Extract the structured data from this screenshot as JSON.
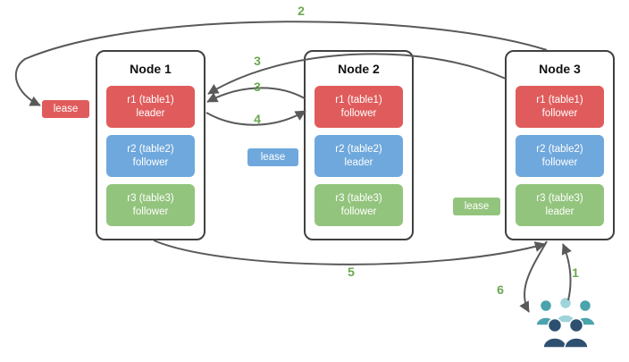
{
  "nodes": [
    {
      "title": "Node 1",
      "replicas": [
        {
          "range": "r1 (table1)",
          "role": "leader",
          "color": "#e05c5c"
        },
        {
          "range": "r2 (table2)",
          "role": "follower",
          "color": "#6fa8dc"
        },
        {
          "range": "r3 (table3)",
          "role": "follower",
          "color": "#93c47d"
        }
      ]
    },
    {
      "title": "Node 2",
      "replicas": [
        {
          "range": "r1 (table1)",
          "role": "follower",
          "color": "#e05c5c"
        },
        {
          "range": "r2 (table2)",
          "role": "leader",
          "color": "#6fa8dc"
        },
        {
          "range": "r3 (table3)",
          "role": "follower",
          "color": "#93c47d"
        }
      ]
    },
    {
      "title": "Node 3",
      "replicas": [
        {
          "range": "r1 (table1)",
          "role": "follower",
          "color": "#e05c5c"
        },
        {
          "range": "r2 (table2)",
          "role": "follower",
          "color": "#6fa8dc"
        },
        {
          "range": "r3 (table3)",
          "role": "leader",
          "color": "#93c47d"
        }
      ]
    }
  ],
  "leases": [
    {
      "label": "lease",
      "color": "#e05c5c"
    },
    {
      "label": "lease",
      "color": "#6fa8dc"
    },
    {
      "label": "lease",
      "color": "#93c47d"
    }
  ],
  "steps": {
    "s1": "1",
    "s2": "2",
    "s3a": "3",
    "s3b": "3",
    "s4": "4",
    "s5": "5",
    "s6": "6"
  },
  "colors": {
    "replica_red": "#e05c5c",
    "replica_blue": "#6fa8dc",
    "replica_green": "#93c47d",
    "step_number": "#6aa84f",
    "arrow": "#595959",
    "node_border": "#404040",
    "users_teal": "#4aa3ad",
    "users_light_teal": "#9fd4da",
    "users_navy": "#2e5070"
  },
  "icons": {
    "users": "users-group-icon"
  }
}
